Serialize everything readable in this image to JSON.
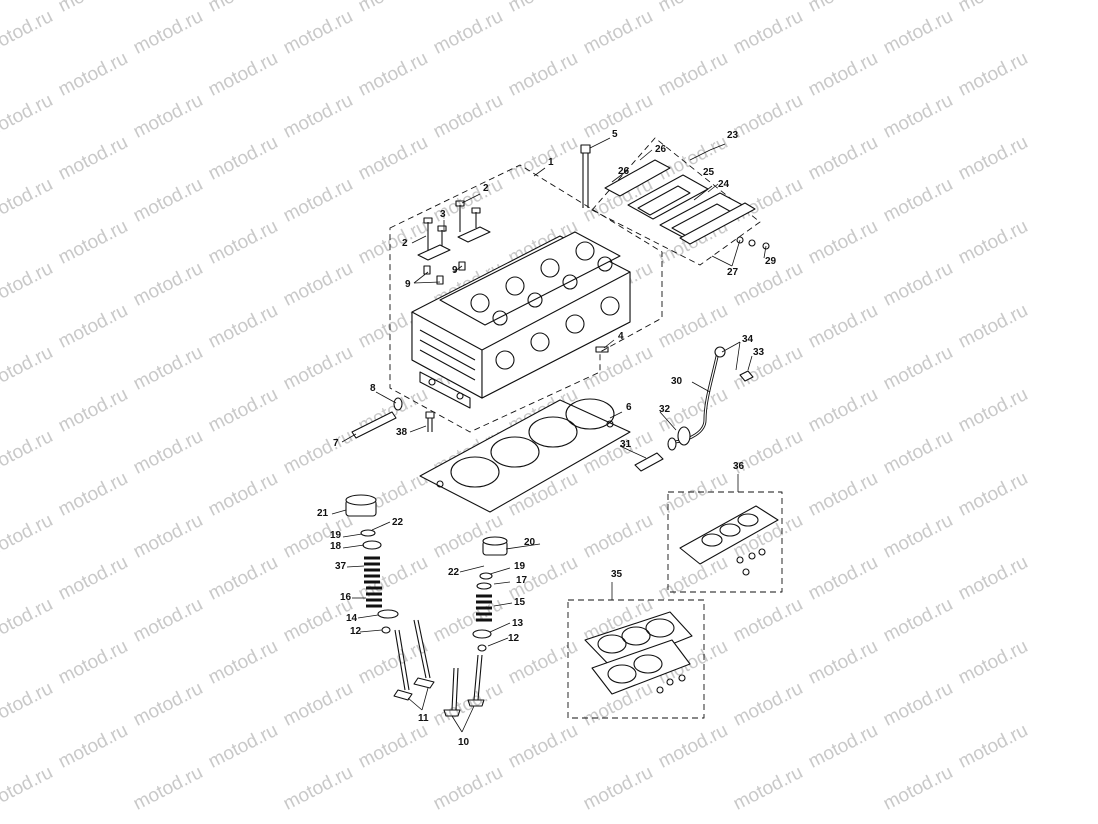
{
  "watermark": {
    "text": "motod.ru"
  },
  "callouts": [
    "1",
    "2",
    "2",
    "3",
    "4",
    "5",
    "6",
    "7",
    "8",
    "9",
    "9",
    "10",
    "11",
    "12",
    "12",
    "13",
    "14",
    "15",
    "16",
    "17",
    "18",
    "19",
    "19",
    "20",
    "21",
    "22",
    "22",
    "23",
    "24",
    "25",
    "26",
    "26",
    "27",
    "29",
    "30",
    "31",
    "32",
    "33",
    "34",
    "35",
    "36",
    "37",
    "38"
  ]
}
